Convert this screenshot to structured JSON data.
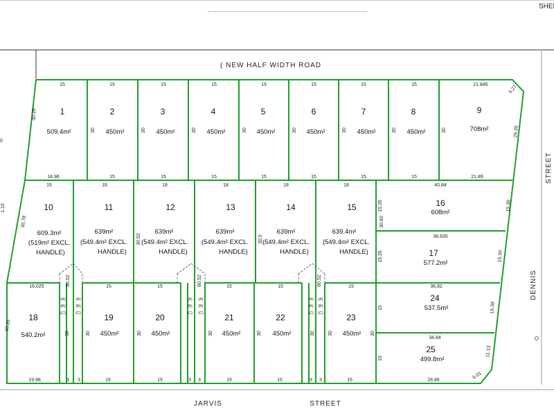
{
  "header": {
    "sheet_label": "SHEE"
  },
  "roads": {
    "north": "( NEW  HALF  WIDTH  ROAD",
    "east_a": "STREET",
    "east_b": "DENNIS",
    "south_a": "JARVIS",
    "south_b": "STREET"
  },
  "lots": {
    "l1": {
      "num": "1",
      "area": "509.4m²"
    },
    "l2": {
      "num": "2",
      "area": "450m²"
    },
    "l3": {
      "num": "3",
      "area": "450m²"
    },
    "l4": {
      "num": "4",
      "area": "450m²"
    },
    "l5": {
      "num": "5",
      "area": "450m²"
    },
    "l6": {
      "num": "6",
      "area": "450m²"
    },
    "l7": {
      "num": "7",
      "area": "450m²"
    },
    "l8": {
      "num": "8",
      "area": "450m²"
    },
    "l9": {
      "num": "9",
      "area": "708m²"
    },
    "l10": {
      "num": "10",
      "area": "609.3m²",
      "note1": "(519m² EXCL.",
      "note2": "HANDLE)"
    },
    "l11": {
      "num": "11",
      "area": "639m²",
      "note1": "(549.4m² EXCL.",
      "note2": "HANDLE)"
    },
    "l12": {
      "num": "12",
      "area": "639m²",
      "note1": "(549.4m² EXCL.",
      "note2": "HANDLE)"
    },
    "l13": {
      "num": "13",
      "area": "639m²",
      "note1": "(549.4m² EXCL.",
      "note2": "HANDLE)"
    },
    "l14": {
      "num": "14",
      "area": "639m²",
      "note1": "(549.4m² EXCL.",
      "note2": "HANDLE)"
    },
    "l15": {
      "num": "15",
      "area": "639.4m²",
      "note1": "(549.4m² EXCL.",
      "note2": "HANDLE)"
    },
    "l16": {
      "num": "16",
      "area": "608m²"
    },
    "l17": {
      "num": "17",
      "area": "577.2m²"
    },
    "l18": {
      "num": "18",
      "area": "540.2m²"
    },
    "l19": {
      "num": "19",
      "area": "450m²"
    },
    "l20": {
      "num": "20",
      "area": "450m²"
    },
    "l21": {
      "num": "21",
      "area": "450m²"
    },
    "l22": {
      "num": "22",
      "area": "450m²"
    },
    "l23": {
      "num": "23",
      "area": "450m²"
    },
    "l24": {
      "num": "24",
      "area": "537.5m²"
    },
    "l25": {
      "num": "25",
      "area": "499.8m²"
    }
  },
  "dims": {
    "top1": "15",
    "top2": "15",
    "top3": "15",
    "top4": "15",
    "top5": "15",
    "top6": "15",
    "top7": "15",
    "top8": "15",
    "top9": "21.845",
    "corner": "5.27",
    "left1": "30.26",
    "d30a": "30",
    "d30b": "30",
    "d30c": "30",
    "d30d": "30",
    "d30e": "30",
    "d30f": "30",
    "d30g": "30",
    "d30h": "30",
    "e9": "29.26",
    "r1a": "18.96",
    "r1b": "15",
    "r1c": "15",
    "r1d": "15",
    "r1e": "15",
    "r1f": "15",
    "r1g": "15",
    "r1h": "15",
    "r1i": "21.89",
    "r2a": "15",
    "r2b": "18",
    "r2c": "18",
    "r2d": "18",
    "r2e": "18",
    "r2f": "18",
    "r2g": "40.84",
    "left10": "30.78",
    "v12": "30.52",
    "v14": "30.5",
    "v15": "30.82",
    "l16a": "15.26",
    "r16": "15.39",
    "r17top": "38.835",
    "l17a": "15.26",
    "r17": "15.39",
    "r3a": "16.025",
    "r3b": "15",
    "r3c": "15",
    "r3d": "15",
    "r3e": "15",
    "r3f": "15",
    "r3g": "36.82",
    "h1": "60.52",
    "h2": "60.52",
    "h3": "60.52",
    "left18": "30.26",
    "c18": "30",
    "c19": "30",
    "c20": "30",
    "c21": "30",
    "c22": "30",
    "c22b": "30",
    "c23": "30",
    "c23b": "30",
    "l24a": "15",
    "r24": "15.39",
    "r25top": "34.84",
    "l25a": "15",
    "r25": "11.13",
    "b1": "19.98",
    "b2": "3",
    "b3": "3",
    "b4": "15",
    "b5": "15",
    "b6": "3",
    "b7": "3",
    "b8": "15",
    "b9": "15",
    "b10": "3",
    "b11": "3",
    "b12": "15",
    "b13": "28.86",
    "b14": "6.01",
    "left_edge": "1.10",
    "margin_mark": "0"
  },
  "easements": {
    "a": "(A)",
    "b": "(B)",
    "c": "(C)"
  },
  "colors": {
    "boundary": "#1e9e2a",
    "road": "#333333"
  }
}
